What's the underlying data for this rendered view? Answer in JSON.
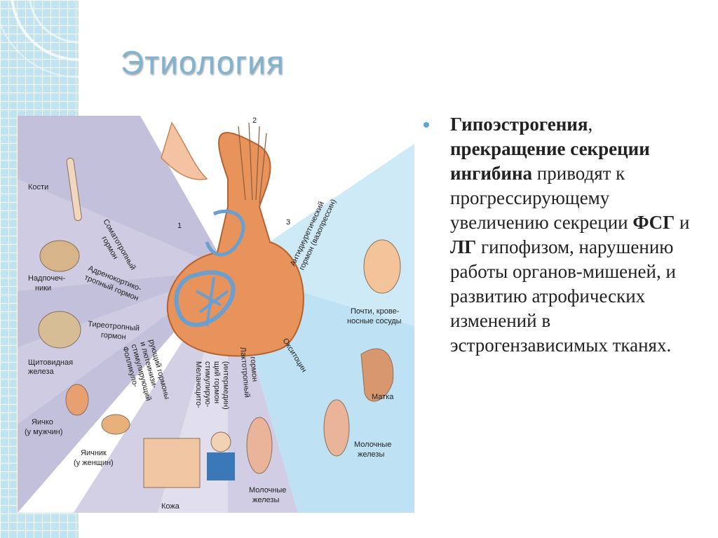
{
  "slide": {
    "title": "Этиология",
    "bullet": {
      "part1_bold": "Гипоэстрогения",
      "part2": ", ",
      "part3_bold": "прекращение секреции ингибина",
      "part4": " приводят к прогрессирующему увеличению секреции ",
      "part5_bold": "ФСГ",
      "part6": " и ",
      "part7_bold": "ЛГ",
      "part8": " гипофизом, нарушению работы органов-мишеней, и развитию атрофических изменений в эстрогензависимых тканях."
    }
  },
  "figure": {
    "labels": {
      "num1": "1",
      "num2": "2",
      "num3": "3",
      "kosti": "Кости",
      "nadpochechniki_1": "Надпочеч-",
      "nadpochechniki_2": "ники",
      "shchitovidnaya_1": "Щитовидная",
      "shchitovidnaya_2": "железа",
      "yaichko_1": "Яичко",
      "yaichko_2": "(у мужчин)",
      "yaichnik_1": "Яичник",
      "yaichnik_2": "(у женщин)",
      "kozha": "Кожа",
      "molochnye_1": "Молочные",
      "molochnye_2": "железы",
      "molochnye_r1": "Молочные",
      "molochnye_r2": "железы",
      "matka": "Матка",
      "pochki_1": "Почти, крове-",
      "pochki_2": "носные сосуды",
      "h_somato_1": "Соматотропный",
      "h_somato_2": "гормон",
      "h_adreno_1": "Адренокортико-",
      "h_adreno_2": "тропный гормон",
      "h_tireo_1": "Тиреотропный",
      "h_tireo_2": "гормон",
      "h_follik_1": "Фолликуло-",
      "h_follik_2": "стимулирующий",
      "h_follik_3": "и лютеинизи-",
      "h_follik_4": "рующий гормоны",
      "h_melano_1": "Меланоцито-",
      "h_melano_2": "стимулирую-",
      "h_melano_3": "щий гормон",
      "h_melano_4": "(интермедин)",
      "h_lakto_1": "Лактотропный",
      "h_lakto_2": "гормон",
      "h_oksi": "Окситоцин",
      "h_adh_1": "Антидиуретический",
      "h_adh_2": "гормон (вазопрессин)"
    }
  },
  "colors": {
    "title": "#7fb3cf",
    "bullet": "#5ba5d0",
    "grid_bg": "#bfe3f5",
    "left_fan": "#b9b5d6",
    "right_fan": "#b7dff2",
    "gland": "#e8935b",
    "vessels": "#6a9fd0"
  }
}
